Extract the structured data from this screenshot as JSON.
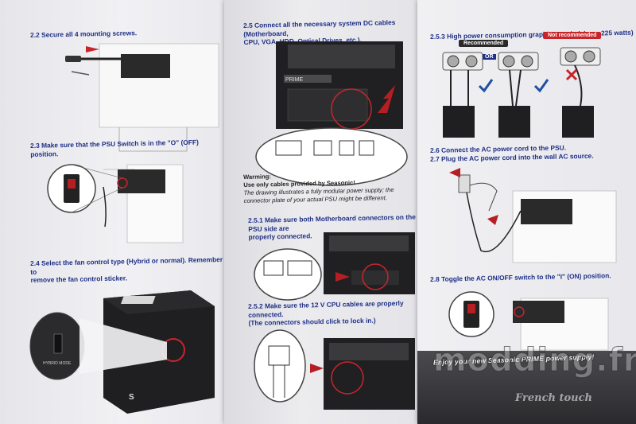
{
  "steps": {
    "s2_2": "2.2 Secure all 4 mounting screws.",
    "s2_3": "2.3 Make sure that the PSU Switch is in the \"O\" (OFF) position.",
    "s2_4": "2.4 Select the fan control type (Hybrid or normal). Remember to\nremove the fan control sticker.",
    "s2_5": "2.5 Connect all the necessary system DC cables (Motherboard,\nCPU, VGA, HDD, Optical Drives, etc.).",
    "s2_5_1": "2.5.1 Make sure both Motherboard connectors on the PSU side are\nproperly connected.",
    "s2_5_2": "2.5.2 Make sure the 12 V CPU cables are properly connected.\n(The connectors should click to lock in.)",
    "s2_5_3": "2.5.3 High power consumption graphics cards (above 225 watts)",
    "s2_6": "2.6 Connect the AC power cord to the PSU.",
    "s2_7": "2.7 Plug the AC power cord into the wall AC source.",
    "s2_8": "2.8 Toggle the AC ON/OFF switch to the \"I\" (ON) position."
  },
  "warning": {
    "title": "Warming:",
    "line1": "Use only cables provided by Seasonic!",
    "line2": "The drawing illustrates a fully modular power supply; the",
    "line3": "connector plate of your actual PSU might be different."
  },
  "gpu": {
    "recommended": "Recommended",
    "or": "OR",
    "not_recommended": "Not recommended"
  },
  "psu": {
    "brand_mark": "PRIME",
    "hybrid_label": "HYBRID MODE"
  },
  "footer": {
    "enjoy": "Enjoy your new Seasonic PRIME power supply!"
  },
  "watermark": {
    "main": "modding.fr",
    "sub": "French touch"
  },
  "colors": {
    "heading": "#1e2f86",
    "accent_red": "#b51f24",
    "recommended_bg": "#2a2a2a",
    "not_recommended_bg": "#c8252a",
    "check_blue": "#1e4fa0"
  }
}
